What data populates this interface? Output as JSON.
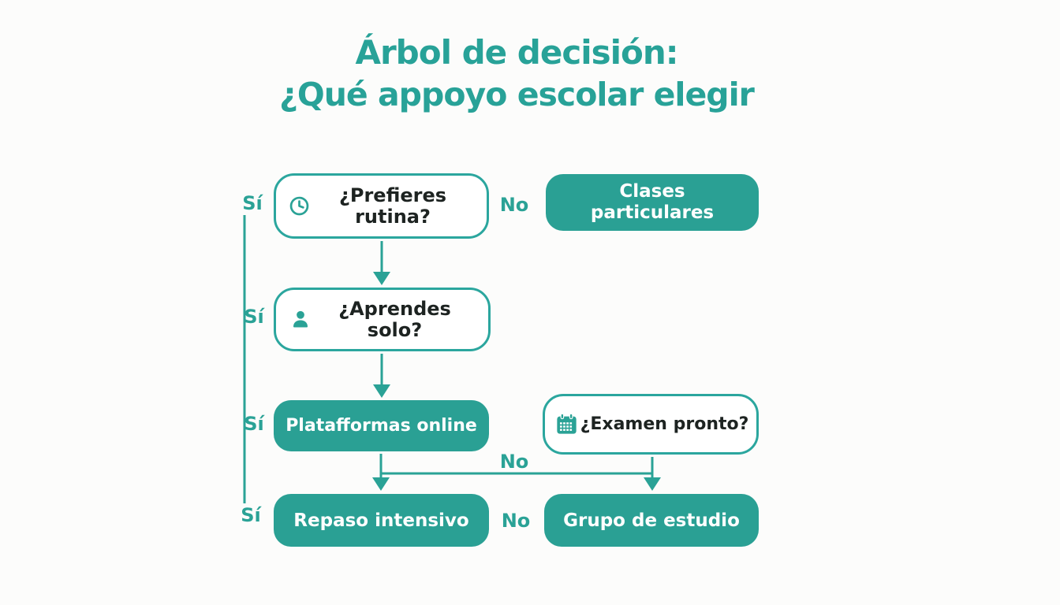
{
  "title": {
    "line1": "Árbol de decisión:",
    "line2": "¿Qué appoyo escolar elegir"
  },
  "labels": {
    "yes": "Sí",
    "no": "No"
  },
  "nodes": {
    "q_rutina": {
      "text": "¿Prefieres rutina?",
      "icon": "clock-icon",
      "type": "question"
    },
    "clases": {
      "text": "Clases particulares",
      "type": "answer"
    },
    "q_solo": {
      "text": "¿Aprendes solo?",
      "icon": "person-icon",
      "type": "question"
    },
    "plataformas": {
      "text": "Platafformas online",
      "type": "answer"
    },
    "q_examen": {
      "text": "¿Examen pronto?",
      "icon": "calendar-icon",
      "type": "question"
    },
    "repaso": {
      "text": "Repaso intensivo",
      "type": "answer"
    },
    "grupo": {
      "text": "Grupo de estudio",
      "type": "answer"
    }
  },
  "colors": {
    "teal_fill": "#2aa094",
    "teal_border": "#2ba69e",
    "teal_text": "#2aa296",
    "title_teal": "#28a298",
    "dark_text": "#1d2321",
    "background": "#fcfcfb"
  }
}
